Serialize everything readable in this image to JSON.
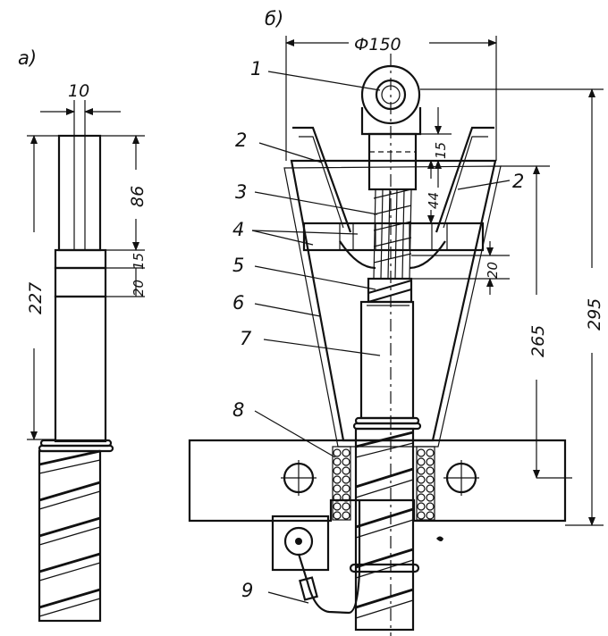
{
  "figure": {
    "panel_a": "a)",
    "panel_b": "б)"
  },
  "dimensions_a": {
    "width": "10",
    "upper": "86",
    "band": "15",
    "lower": "20",
    "total": "227"
  },
  "dimensions_b": {
    "diameter": "Ф150",
    "lug_gap": "15",
    "core": "44",
    "seal": "20",
    "mid": "265",
    "total": "295"
  },
  "callouts": [
    "1",
    "2",
    "2",
    "3",
    "4",
    "5",
    "6",
    "7",
    "8",
    "9"
  ]
}
